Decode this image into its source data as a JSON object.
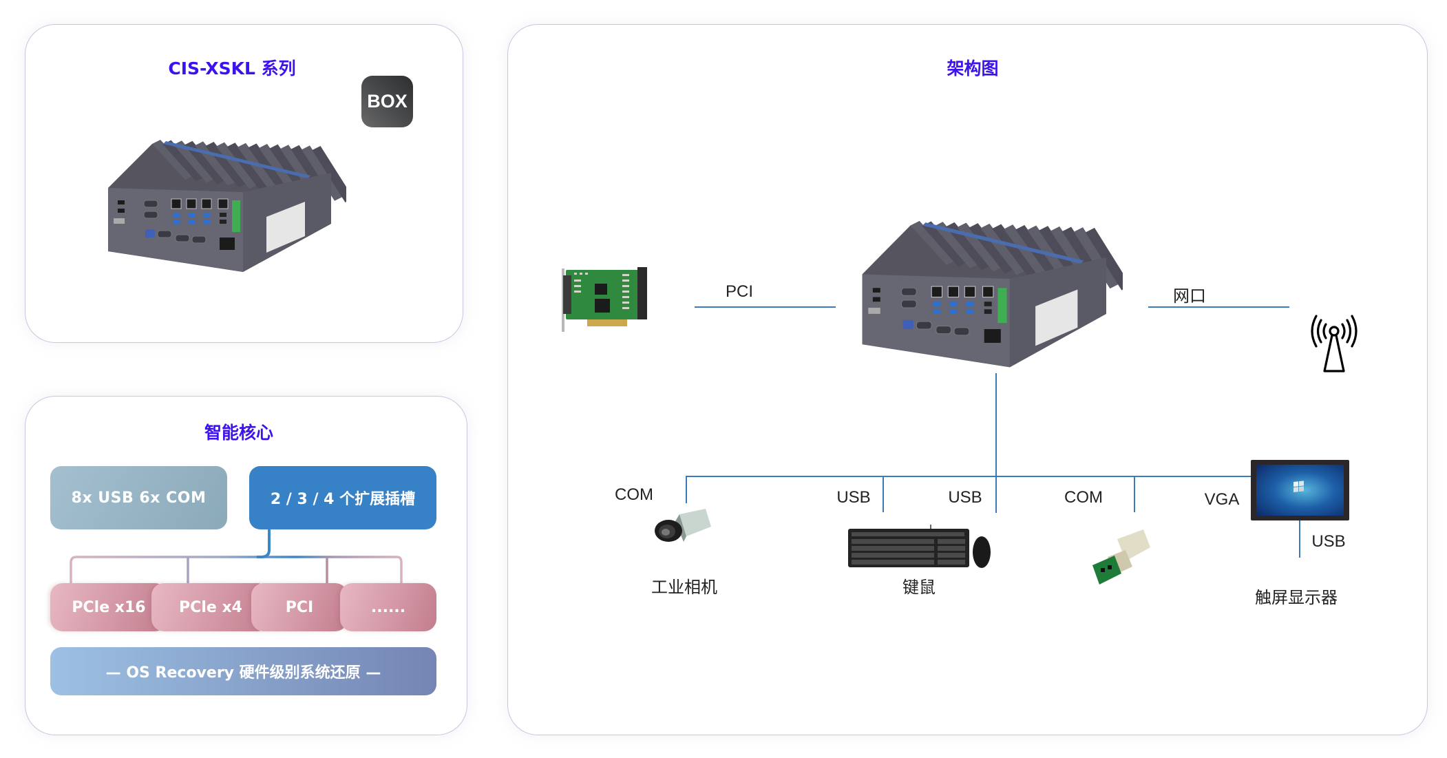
{
  "series_panel": {
    "title": "CIS-XSKL 系列",
    "badge": "BOX",
    "product_image": "industrial-fanless-box-pc"
  },
  "core_panel": {
    "title": "智能核心",
    "io_box": "8x USB   6x COM",
    "slots_box": "2 / 3 / 4 个扩展插槽",
    "slots": [
      "PCle x16",
      "PCle x4",
      "PCI",
      "......"
    ],
    "os_recovery": "— OS Recovery 硬件级别系统还原 —"
  },
  "arch_panel": {
    "title": "架构图",
    "center_device": "industrial-fanless-box-pc",
    "top_links": [
      {
        "label": "PCI",
        "device": "pci-card"
      },
      {
        "label": "网口",
        "device": "antenna"
      }
    ],
    "bus_links": [
      {
        "label": "COM",
        "device": "industrial-camera",
        "device_label": "工业相机"
      },
      {
        "label": "USB",
        "device": "keyboard-mouse",
        "device_label": "键鼠"
      },
      {
        "label": "USB",
        "device": "keyboard-mouse",
        "device_label": ""
      },
      {
        "label": "COM",
        "device": "serial-adapter",
        "device_label": ""
      },
      {
        "label": "VGA",
        "device": "touch-monitor",
        "device_label": "触屏显示器"
      }
    ],
    "monitor_sub_link": "USB",
    "colors": {
      "line": "#3b7bb5",
      "title": "#3d12ef"
    }
  }
}
